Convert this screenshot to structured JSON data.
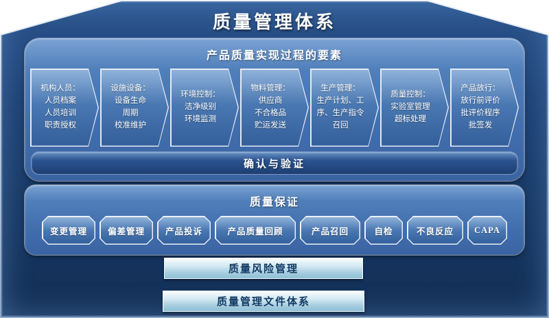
{
  "title": "质量管理体系",
  "process_panel": {
    "header": "产品质量实现过程的要素",
    "arrows": [
      {
        "text": "机构人员：\n人员档案\n人员培训\n职责授权"
      },
      {
        "text": "设施设备：\n设备生命\n周期\n校准维护"
      },
      {
        "text": "环境控制：\n洁净级别\n环境监测"
      },
      {
        "text": "物料管理：\n供应商\n不合格品\n贮运发送"
      },
      {
        "text": "生产管理：\n生产计划、工\n序、生产指令\n召回"
      },
      {
        "text": "质量控制：\n实验室管理\n超标处理"
      },
      {
        "text": "产品放行：\n放行前评价\n批评价程序\n批签发"
      }
    ],
    "footer": "确认与验证"
  },
  "qa_panel": {
    "header": "质量保证",
    "items": [
      "变更管理",
      "偏差管理",
      "产品投诉",
      "产品质量回顾",
      "产品召回",
      "自检",
      "不良反应",
      "CAPA"
    ]
  },
  "risk_bar": "质量风险管理",
  "document_bar": "质量管理文件体系",
  "colors": {
    "house_navy": "#1d4074",
    "panel_blue": "#436fae",
    "arrow_blue": "#4a78b2",
    "validation_blue": "#2b5390",
    "light_bar": "#a3cbdd",
    "text_light": "#ffffff",
    "text_dark": "#123a63"
  }
}
